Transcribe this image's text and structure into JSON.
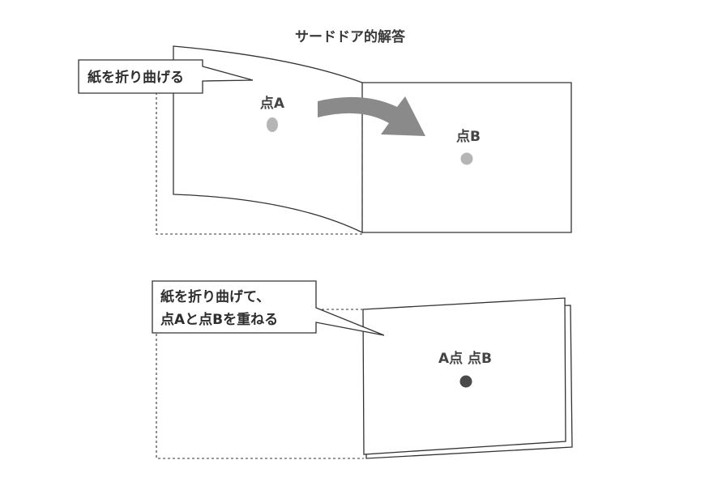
{
  "title": "サードドア的解答",
  "panel_top": {
    "callout": "紙を折り曲げる",
    "point_a_label": "点A",
    "point_b_label": "点B"
  },
  "panel_bottom": {
    "callout_line1": "紙を折り曲げて、",
    "callout_line2": "点Aと点Bを重ねる",
    "merged_label": "A点 点B"
  },
  "colors": {
    "point_light": "#b5b5b5",
    "point_dark": "#4a4a4a",
    "arrow": "#8a8a8a"
  }
}
